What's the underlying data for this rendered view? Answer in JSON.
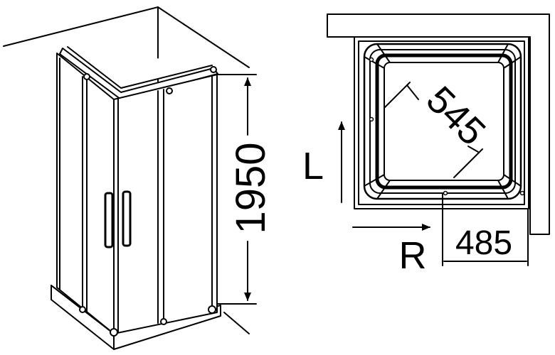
{
  "dimensions": {
    "height": "1950",
    "diagonal_opening": "545",
    "width_segment": "485"
  },
  "labels": {
    "left": "L",
    "right": "R"
  }
}
